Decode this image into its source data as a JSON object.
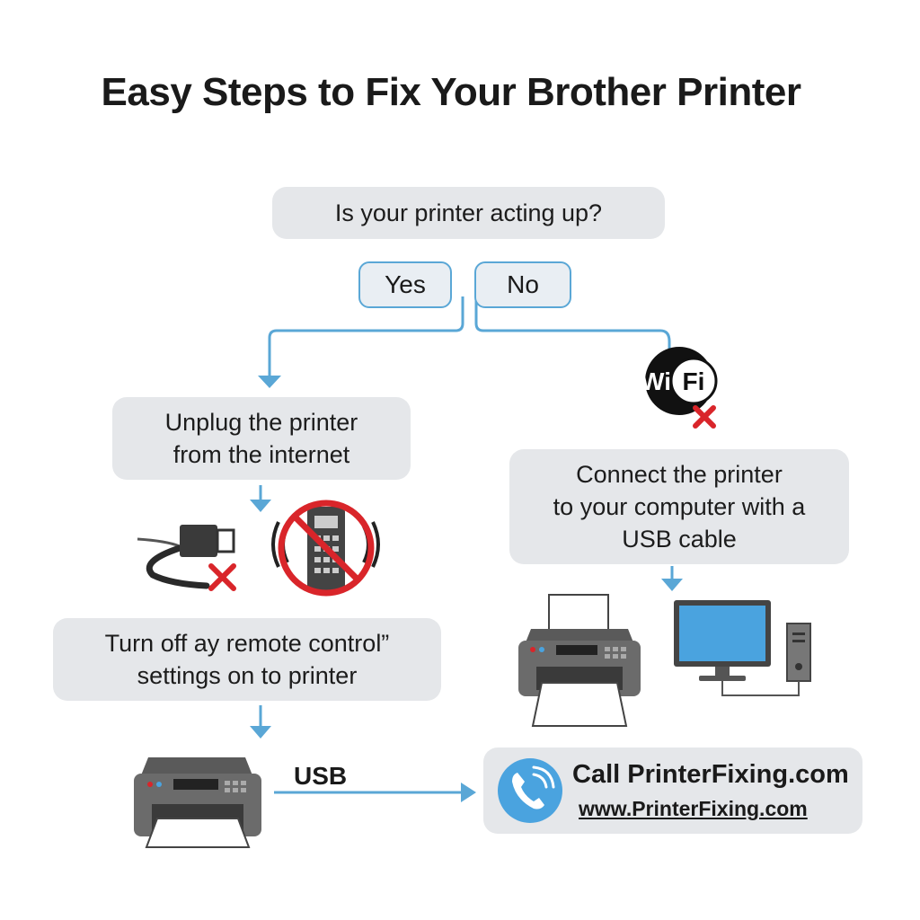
{
  "title": "Easy Steps to Fix Your Brother Printer",
  "question": "Is your printer acting up?",
  "answers": {
    "yes": "Yes",
    "no": "No"
  },
  "steps": {
    "unplug": "Unplug the printer\nfrom the internet",
    "remote": "Turn off ay remote control”\nsettings on to printer",
    "connect": "Connect the printer\nto your computer with a\nUSB cable"
  },
  "wifi": {
    "left": "Wi",
    "right": "Fi"
  },
  "usb_label": "USB",
  "call": {
    "title": "Call PrinterFixing.com",
    "url": "www.PrinterFixing.com"
  },
  "colors": {
    "accent": "#5aa7d6",
    "box": "#e5e7ea",
    "cross": "#d9252a",
    "screen": "#4aa3df"
  }
}
